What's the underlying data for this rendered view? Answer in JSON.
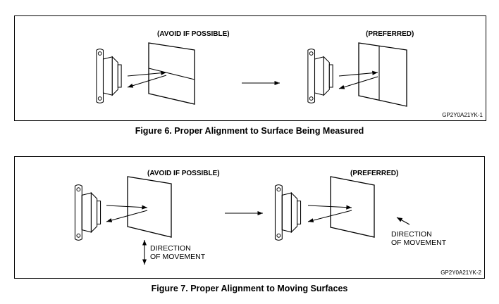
{
  "figure6": {
    "label_left": "(AVOID IF POSSIBLE)",
    "label_right": "(PREFERRED)",
    "code": "GP2Y0A21YK-1",
    "caption": "Figure 6.  Proper Alignment to Surface Being Measured"
  },
  "figure7": {
    "label_left": "(AVOID IF POSSIBLE)",
    "label_right": "(PREFERRED)",
    "direction_left_line1": "DIRECTION",
    "direction_left_line2": "OF MOVEMENT",
    "direction_right_line1": "DIRECTION",
    "direction_right_line2": "OF MOVEMENT",
    "code": "GP2Y0A21YK-2",
    "caption": "Figure 7.  Proper Alignment to Moving Surfaces"
  }
}
